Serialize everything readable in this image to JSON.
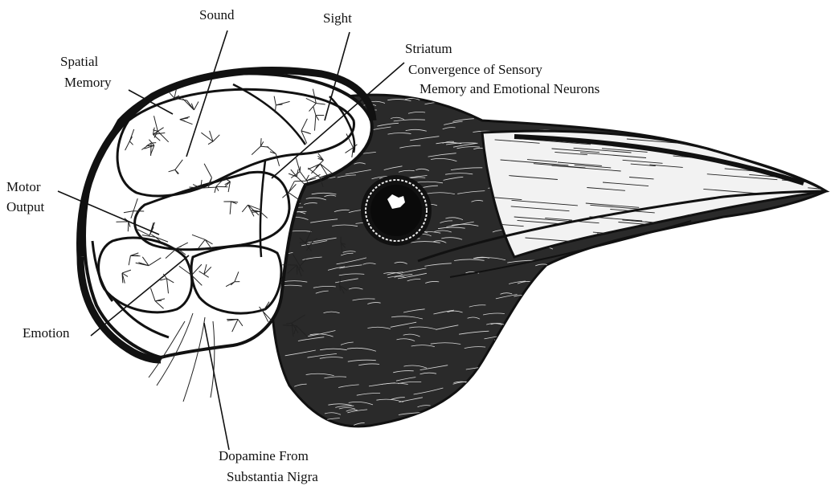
{
  "labels": {
    "sound": "Sound",
    "sight": "Sight",
    "spatial_1": "Spatial",
    "spatial_2": "Memory",
    "striatum_1": "Striatum",
    "striatum_2": "Convergence of Sensory",
    "striatum_3": "Memory and Emotional Neurons",
    "motor_1": "Motor",
    "motor_2": "Output",
    "emotion": "Emotion",
    "dopamine_1": "Dopamine From",
    "dopamine_2": "Substantia Nigra"
  },
  "colors": {
    "ink": "#111111",
    "paper": "#ffffff"
  }
}
